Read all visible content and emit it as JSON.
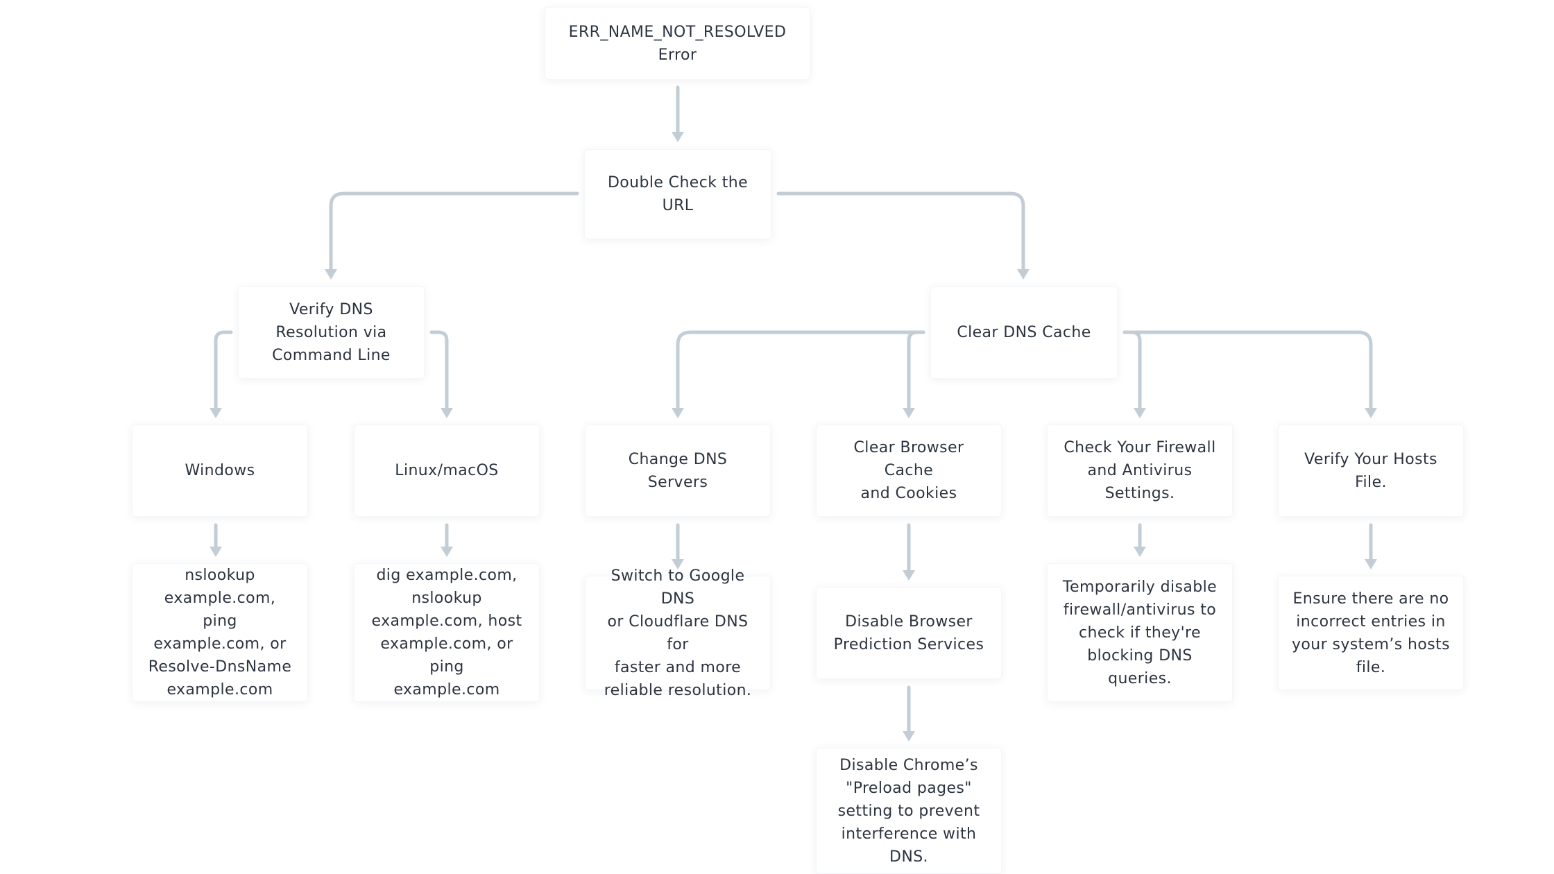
{
  "diagram": {
    "type": "flowchart",
    "colors": {
      "background": "#ffffff",
      "node_fill": "#ffffff",
      "node_text": "#2c3440",
      "connector": "#c3cdd6"
    },
    "nodes": {
      "error": {
        "label": "ERR_NAME_NOT_RESOLVED\nError"
      },
      "double_check_url": {
        "label": "Double Check the\nURL"
      },
      "verify_dns_cli": {
        "label": "Verify DNS\nResolution via\nCommand Line"
      },
      "clear_dns_cache": {
        "label": "Clear DNS Cache"
      },
      "windows": {
        "label": "Windows"
      },
      "linux_macos": {
        "label": "Linux/macOS"
      },
      "windows_commands": {
        "label": "nslookup\nexample.com, ping\nexample.com, or\nResolve-DnsName\nexample.com"
      },
      "linux_commands": {
        "label": "dig example.com,\nnslookup\nexample.com, host\nexample.com, or ping\nexample.com"
      },
      "change_dns_servers": {
        "label": "Change DNS Servers"
      },
      "switch_dns": {
        "label": "Switch to Google DNS\nor Cloudflare DNS for\nfaster and more\nreliable resolution."
      },
      "clear_browser_cache": {
        "label": "Clear Browser Cache\nand Cookies"
      },
      "disable_prediction": {
        "label": "Disable Browser\nPrediction Services"
      },
      "disable_preload": {
        "label": "Disable Chrome’s\n\"Preload pages\"\nsetting to prevent\ninterference with\nDNS."
      },
      "check_firewall": {
        "label": "Check Your Firewall\nand Antivirus\nSettings."
      },
      "disable_firewall": {
        "label": "Temporarily disable\nfirewall/antivirus to\ncheck if they're\nblocking DNS\nqueries."
      },
      "verify_hosts": {
        "label": "Verify Your Hosts\nFile."
      },
      "hosts_entries": {
        "label": "Ensure there are no\nincorrect entries in\nyour system’s hosts\nfile."
      }
    },
    "edges": [
      {
        "from": "error",
        "to": "double_check_url"
      },
      {
        "from": "double_check_url",
        "to": "verify_dns_cli"
      },
      {
        "from": "double_check_url",
        "to": "clear_dns_cache"
      },
      {
        "from": "verify_dns_cli",
        "to": "windows"
      },
      {
        "from": "verify_dns_cli",
        "to": "linux_macos"
      },
      {
        "from": "windows",
        "to": "windows_commands"
      },
      {
        "from": "linux_macos",
        "to": "linux_commands"
      },
      {
        "from": "clear_dns_cache",
        "to": "change_dns_servers"
      },
      {
        "from": "clear_dns_cache",
        "to": "clear_browser_cache"
      },
      {
        "from": "clear_dns_cache",
        "to": "check_firewall"
      },
      {
        "from": "clear_dns_cache",
        "to": "verify_hosts"
      },
      {
        "from": "change_dns_servers",
        "to": "switch_dns"
      },
      {
        "from": "clear_browser_cache",
        "to": "disable_prediction"
      },
      {
        "from": "disable_prediction",
        "to": "disable_preload"
      },
      {
        "from": "check_firewall",
        "to": "disable_firewall"
      },
      {
        "from": "verify_hosts",
        "to": "hosts_entries"
      }
    ]
  }
}
